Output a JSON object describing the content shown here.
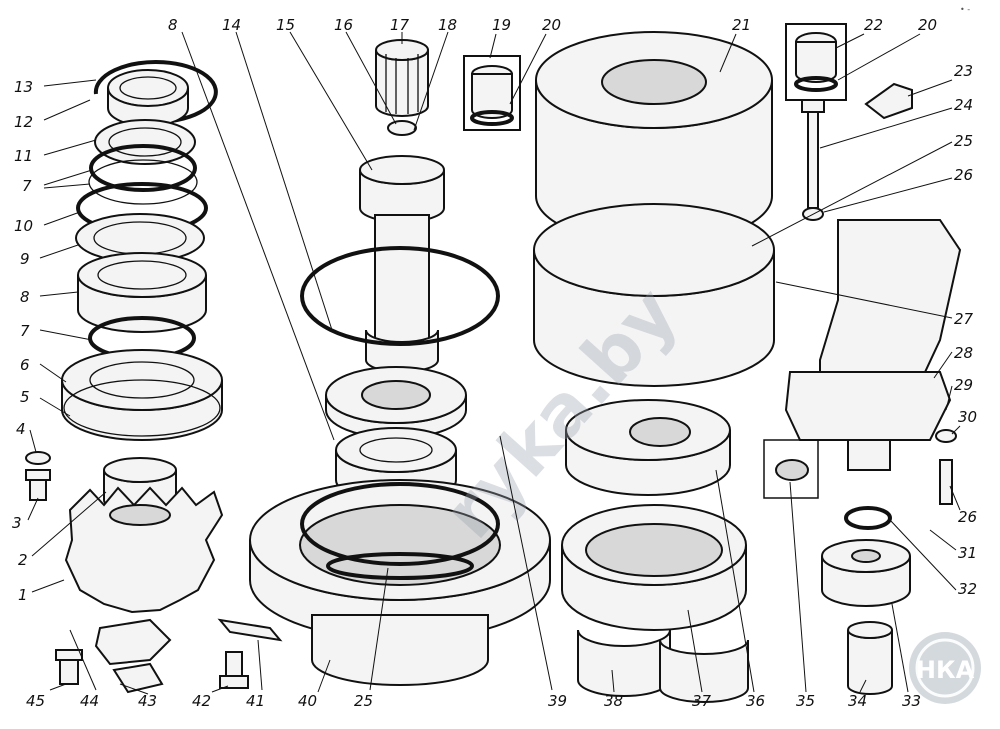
{
  "corner_mark": "• -",
  "watermark_text": "rykа.by",
  "logo_text": "НКА",
  "labels": [
    {
      "id": "13",
      "text": "13"
    },
    {
      "id": "12",
      "text": "12"
    },
    {
      "id": "11",
      "text": "11"
    },
    {
      "id": "7a",
      "text": "7"
    },
    {
      "id": "10",
      "text": "10"
    },
    {
      "id": "9",
      "text": "9"
    },
    {
      "id": "8a",
      "text": "8"
    },
    {
      "id": "7b",
      "text": "7"
    },
    {
      "id": "6",
      "text": "6"
    },
    {
      "id": "5",
      "text": "5"
    },
    {
      "id": "4",
      "text": "4"
    },
    {
      "id": "3",
      "text": "3"
    },
    {
      "id": "2",
      "text": "2"
    },
    {
      "id": "1",
      "text": "1"
    },
    {
      "id": "45",
      "text": "45"
    },
    {
      "id": "44",
      "text": "44"
    },
    {
      "id": "43",
      "text": "43"
    },
    {
      "id": "42",
      "text": "42"
    },
    {
      "id": "41",
      "text": "41"
    },
    {
      "id": "40",
      "text": "40"
    },
    {
      "id": "25b",
      "text": "25"
    },
    {
      "id": "39",
      "text": "39"
    },
    {
      "id": "38",
      "text": "38"
    },
    {
      "id": "37",
      "text": "37"
    },
    {
      "id": "36",
      "text": "36"
    },
    {
      "id": "35",
      "text": "35"
    },
    {
      "id": "34",
      "text": "34"
    },
    {
      "id": "33",
      "text": "33"
    },
    {
      "id": "8b",
      "text": "8"
    },
    {
      "id": "14",
      "text": "14"
    },
    {
      "id": "15",
      "text": "15"
    },
    {
      "id": "16",
      "text": "16"
    },
    {
      "id": "17",
      "text": "17"
    },
    {
      "id": "18",
      "text": "18"
    },
    {
      "id": "19",
      "text": "19"
    },
    {
      "id": "20a",
      "text": "20"
    },
    {
      "id": "21",
      "text": "21"
    },
    {
      "id": "22",
      "text": "22"
    },
    {
      "id": "20b",
      "text": "20"
    },
    {
      "id": "23",
      "text": "23"
    },
    {
      "id": "24",
      "text": "24"
    },
    {
      "id": "25a",
      "text": "25"
    },
    {
      "id": "26a",
      "text": "26"
    },
    {
      "id": "27",
      "text": "27"
    },
    {
      "id": "28",
      "text": "28"
    },
    {
      "id": "29",
      "text": "29"
    },
    {
      "id": "30",
      "text": "30"
    },
    {
      "id": "26b",
      "text": "26"
    },
    {
      "id": "31",
      "text": "31"
    },
    {
      "id": "32",
      "text": "32"
    }
  ]
}
